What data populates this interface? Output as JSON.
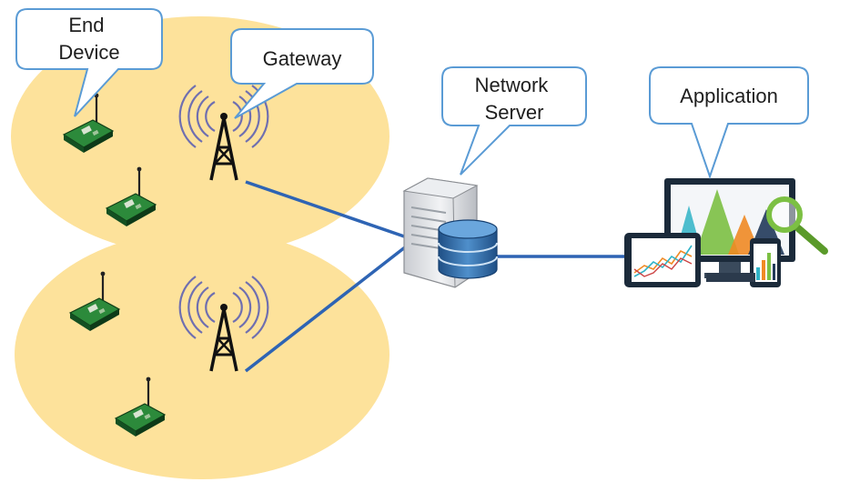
{
  "labels": {
    "end_device": [
      "End",
      "Device"
    ],
    "gateway": "Gateway",
    "network_server": [
      "Network",
      "Server"
    ],
    "application": "Application"
  },
  "colors": {
    "coverage": "#fde29b",
    "link": "#2e64b4",
    "callout_border": "#5a9bd5",
    "device_body": "#1f6d2b",
    "tower_waves": "#6f6fb0"
  }
}
